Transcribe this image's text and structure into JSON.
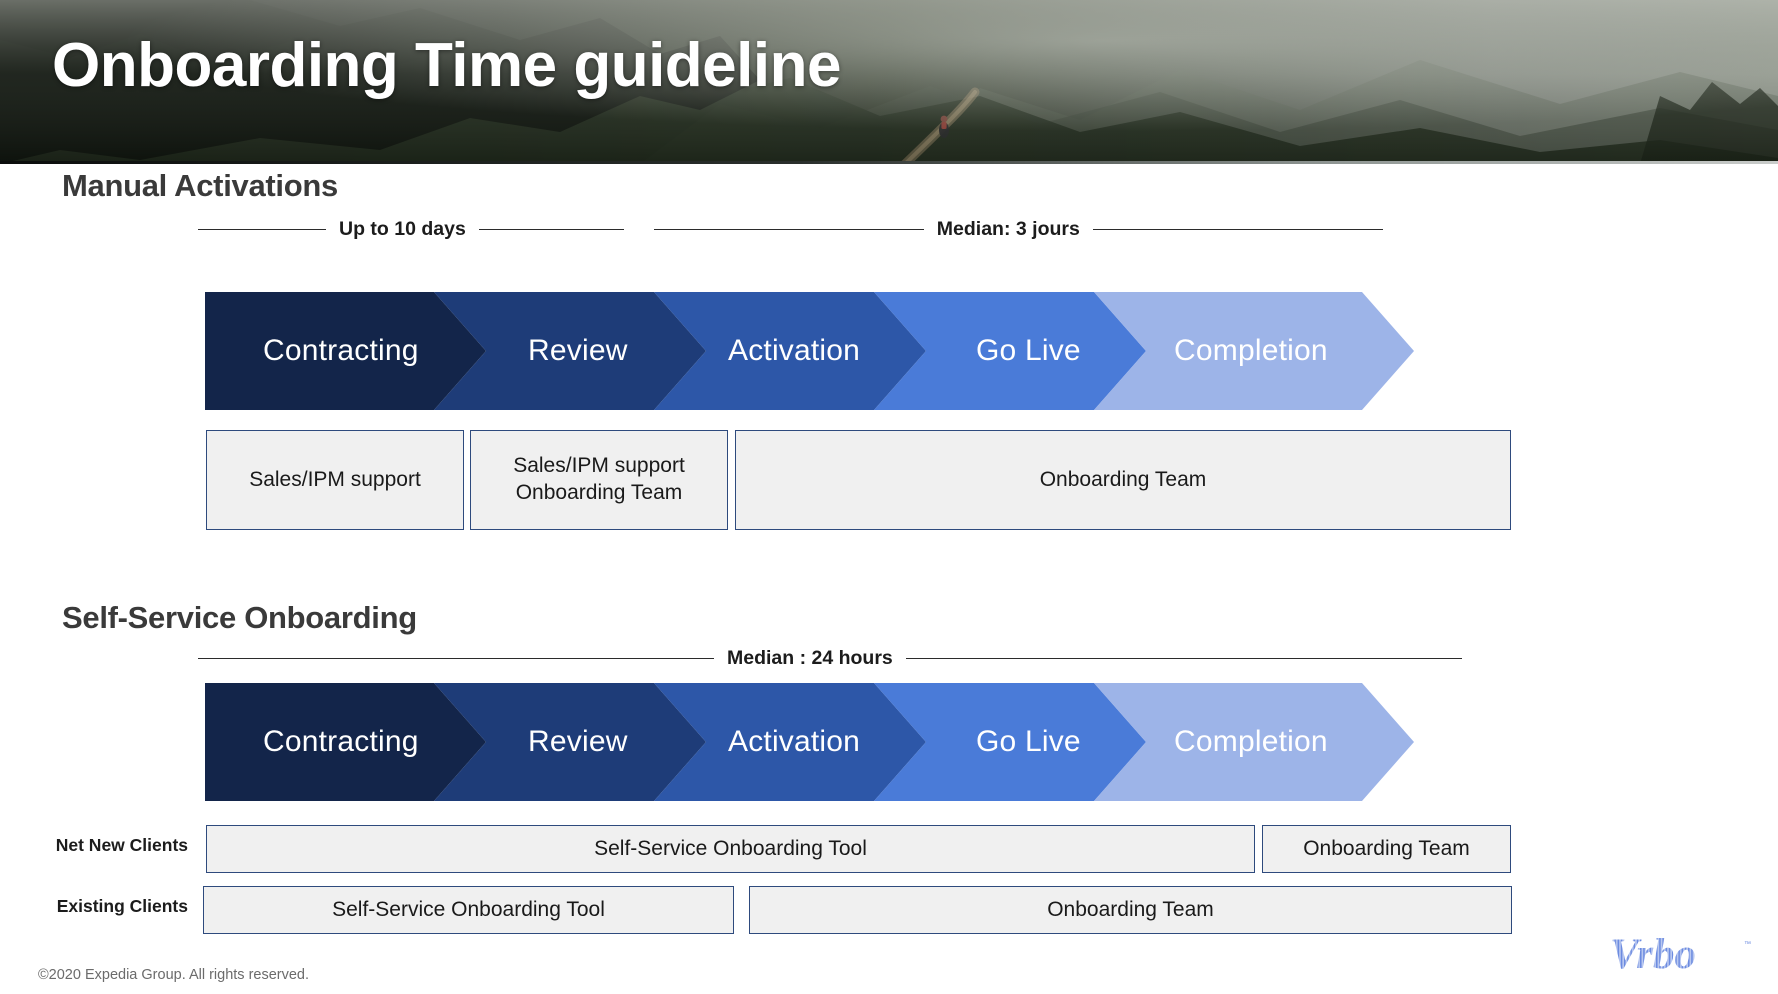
{
  "header": {
    "title": "Onboarding Time guideline",
    "background_image": "forest-hiking-trail-fog-photo"
  },
  "sections": [
    {
      "id": "manual-activations",
      "title": "Manual Activations",
      "timeline_labels": [
        {
          "text": "Up to 10 days"
        },
        {
          "text": "Median: 3 jours"
        }
      ],
      "stages": [
        {
          "label": "Contracting",
          "color": "#13254A"
        },
        {
          "label": "Review",
          "color": "#1E3C78"
        },
        {
          "label": "Activation",
          "color": "#2D57A8"
        },
        {
          "label": "Go Live",
          "color": "#4A7BD8"
        },
        {
          "label": "Completion",
          "color": "#9DB4E8"
        }
      ],
      "support_boxes": [
        {
          "text": "Sales/IPM support"
        },
        {
          "text": "Sales/IPM support\nOnboarding Team"
        },
        {
          "text": "Onboarding Team"
        }
      ]
    },
    {
      "id": "self-service-onboarding",
      "title": "Self-Service Onboarding",
      "timeline_labels": [
        {
          "text": "Median : 24 hours"
        }
      ],
      "stages": [
        {
          "label": "Contracting",
          "color": "#13254A"
        },
        {
          "label": "Review",
          "color": "#1E3C78"
        },
        {
          "label": "Activation",
          "color": "#2D57A8"
        },
        {
          "label": "Go Live",
          "color": "#4A7BD8"
        },
        {
          "label": "Completion",
          "color": "#9DB4E8"
        }
      ],
      "client_rows": [
        {
          "label": "Net New Clients",
          "boxes": [
            {
              "text": "Self-Service Onboarding Tool"
            },
            {
              "text": "Onboarding Team"
            }
          ]
        },
        {
          "label": "Existing Clients",
          "boxes": [
            {
              "text": "Self-Service Onboarding Tool"
            },
            {
              "text": "Onboarding Team"
            }
          ]
        }
      ]
    }
  ],
  "footer": {
    "copyright": "©2020 Expedia Group. All rights reserved.",
    "logo_text": "Vrbo",
    "logo_color": "#6C8BE0"
  },
  "colors": {
    "box_fill": "#F0F0F0",
    "box_border": "#2E4A7D",
    "heading": "#3A3A3A",
    "rule": "#2B2B2B"
  }
}
